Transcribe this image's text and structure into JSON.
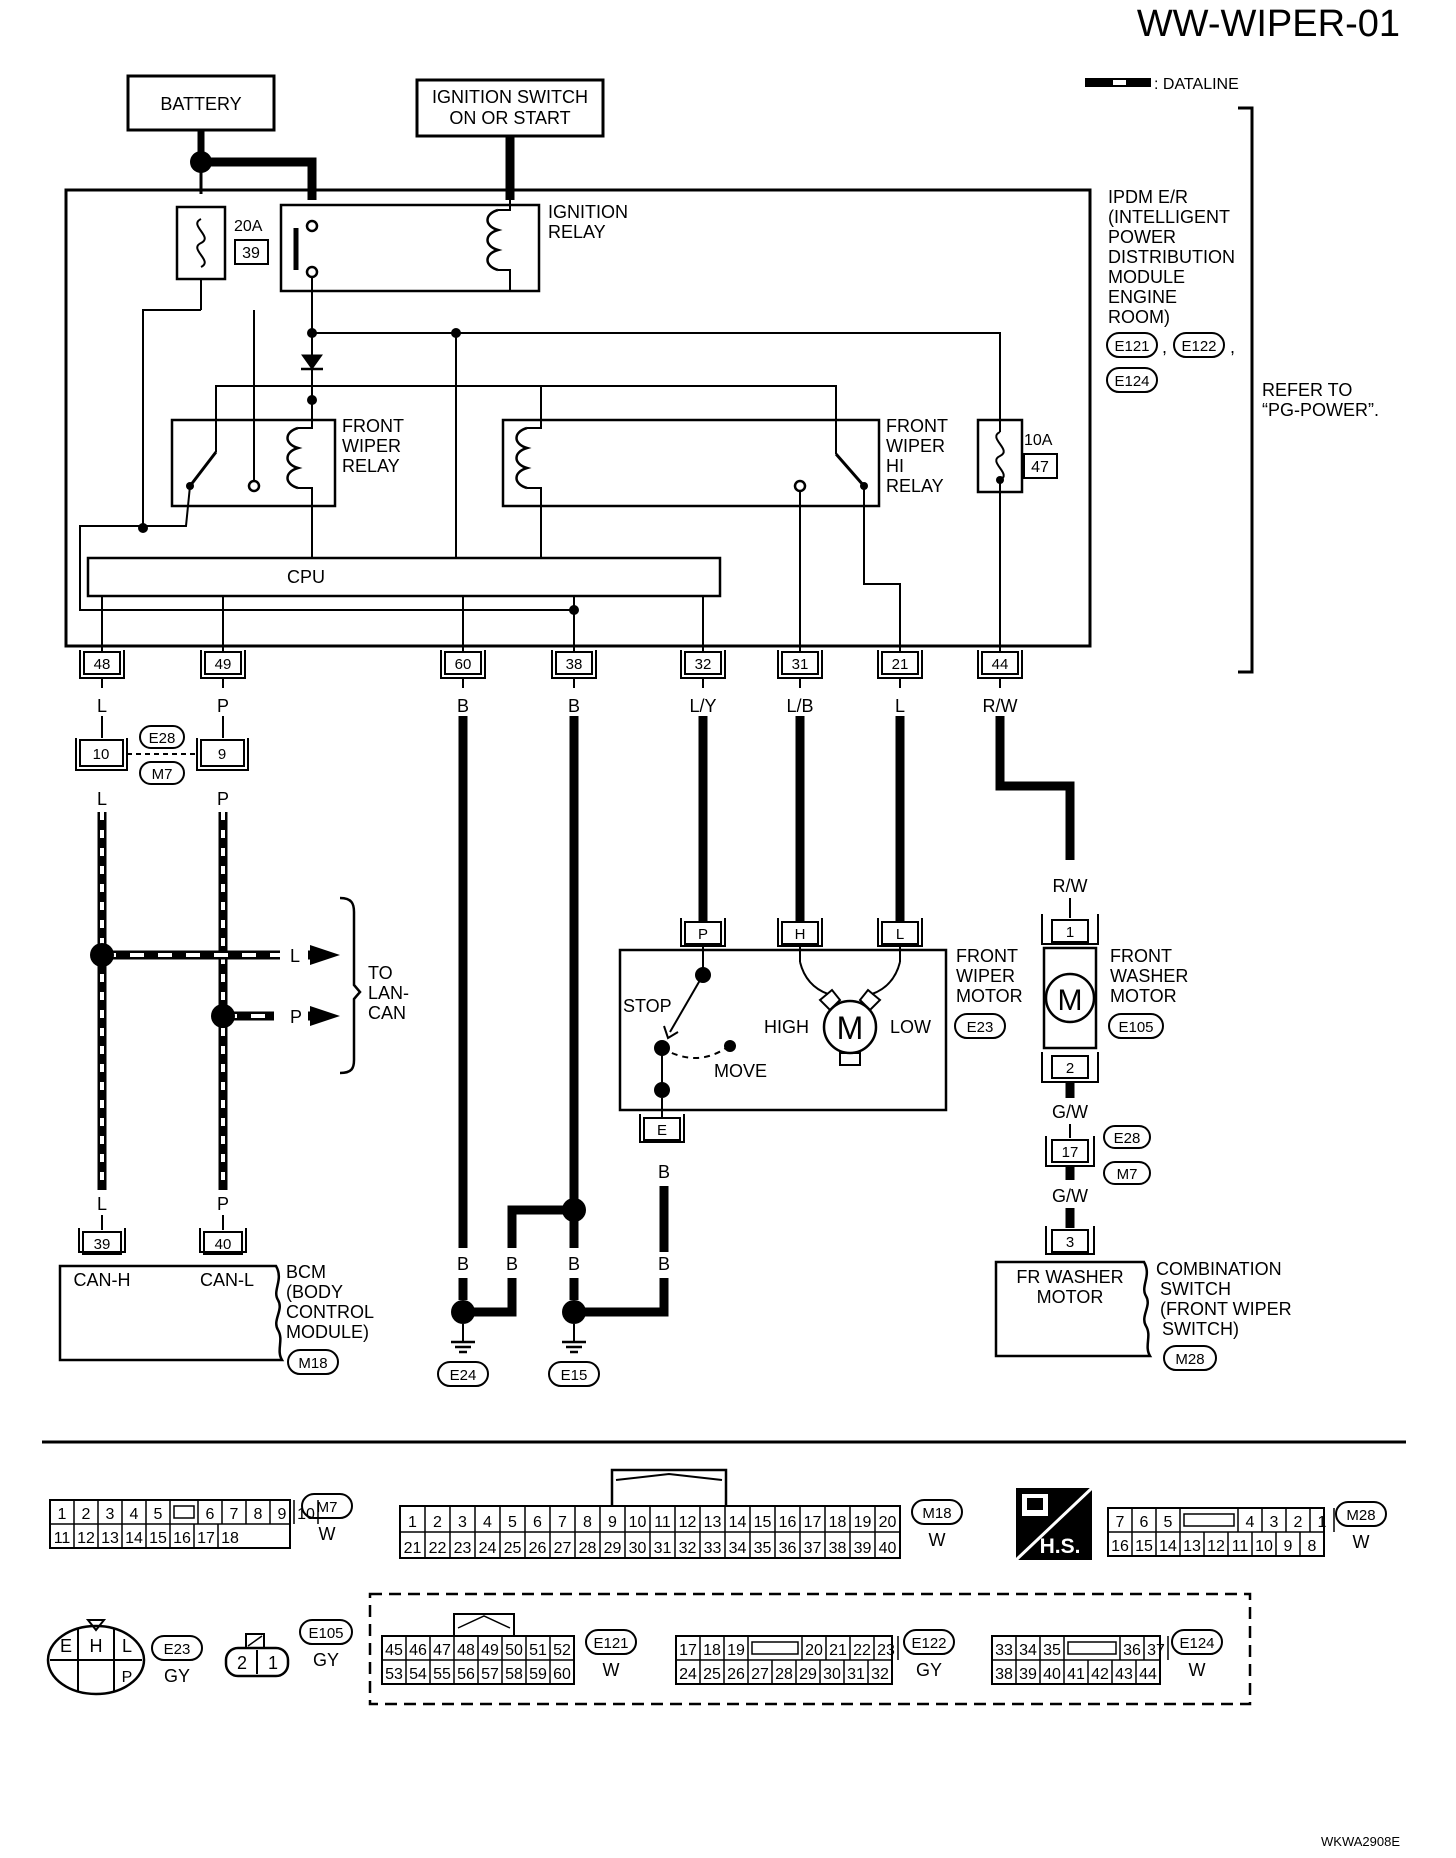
{
  "title": "WW-WIPER-01",
  "dataline_label": ": DATALINE",
  "battery_label": "BATTERY",
  "ignition_switch": [
    "IGNITION SWITCH",
    "ON OR START"
  ],
  "fuse_20a": {
    "amp": "20A",
    "num": "39"
  },
  "fuse_10a": {
    "amp": "10A",
    "num": "47"
  },
  "ignition_relay": [
    "IGNITION",
    "RELAY"
  ],
  "front_wiper_relay": [
    "FRONT",
    "WIPER",
    "RELAY"
  ],
  "front_wiper_hi_relay": [
    "FRONT",
    "WIPER",
    "HI",
    "RELAY"
  ],
  "cpu_label": "CPU",
  "ipdm": {
    "lines": [
      "IPDM E/R",
      "(INTELLIGENT",
      "POWER",
      "DISTRIBUTION",
      "MODULE",
      "ENGINE",
      "ROOM)"
    ],
    "connectors": [
      "E121",
      "E122",
      "E124"
    ]
  },
  "refer_to": [
    "REFER TO",
    "“PG-POWER”."
  ],
  "ipdm_pins": [
    {
      "pin": "48",
      "wire": "L"
    },
    {
      "pin": "49",
      "wire": "P"
    },
    {
      "pin": "60",
      "wire": "B"
    },
    {
      "pin": "38",
      "wire": "B"
    },
    {
      "pin": "32",
      "wire": "L/Y"
    },
    {
      "pin": "31",
      "wire": "L/B"
    },
    {
      "pin": "21",
      "wire": "L"
    },
    {
      "pin": "44",
      "wire": "R/W"
    }
  ],
  "joint": {
    "pins": [
      "10",
      "9"
    ],
    "connectors": [
      "E28",
      "M7"
    ],
    "wires": [
      "L",
      "P"
    ]
  },
  "lan_can": {
    "arrows": [
      "L",
      "P"
    ],
    "lines": [
      "TO",
      "LAN-",
      "CAN"
    ]
  },
  "bcm": {
    "pins": [
      "39",
      "40"
    ],
    "pin_names": [
      "CAN-H",
      "CAN-L"
    ],
    "wires": [
      "L",
      "P"
    ],
    "lines": [
      "BCM",
      "(BODY",
      "CONTROL",
      "MODULE)"
    ],
    "connector": "M18"
  },
  "grounds": {
    "wires": [
      "B",
      "B",
      "B",
      "B",
      "B"
    ],
    "labels": [
      "E24",
      "E15"
    ]
  },
  "wiper_motor": {
    "pins": [
      "P",
      "H",
      "L",
      "E"
    ],
    "labels": [
      "STOP",
      "MOVE",
      "HIGH",
      "LOW",
      "M"
    ],
    "lines": [
      "FRONT",
      "WIPER",
      "MOTOR"
    ],
    "connector": "E23"
  },
  "washer_motor": {
    "pins": [
      "1",
      "2"
    ],
    "symbol": "M",
    "wire_in": "R/W",
    "wires": [
      "G/W",
      "G/W"
    ],
    "lines": [
      "FRONT",
      "WASHER",
      "MOTOR"
    ],
    "connector": "E105",
    "joint_pin": "17",
    "joint_connectors": [
      "E28",
      "M7"
    ]
  },
  "combo_switch": {
    "pin": "3",
    "inner": [
      "FR WASHER",
      "MOTOR"
    ],
    "lines": [
      "COMBINATION",
      "SWITCH",
      "(FRONT WIPER",
      "SWITCH)"
    ],
    "connector": "M28"
  },
  "connector_views": {
    "m7": {
      "row1": [
        "1",
        "2",
        "3",
        "4",
        "5",
        "6",
        "7",
        "8",
        "9",
        "10"
      ],
      "row2": [
        "11",
        "12",
        "13",
        "14",
        "15",
        "16",
        "17",
        "18"
      ],
      "id": "M7",
      "color": "W"
    },
    "m18": {
      "row1": [
        "1",
        "2",
        "3",
        "4",
        "5",
        "6",
        "7",
        "8",
        "9",
        "10",
        "11",
        "12",
        "13",
        "14",
        "15",
        "16",
        "17",
        "18",
        "19",
        "20"
      ],
      "row2": [
        "21",
        "22",
        "23",
        "24",
        "25",
        "26",
        "27",
        "28",
        "29",
        "30",
        "31",
        "32",
        "33",
        "34",
        "35",
        "36",
        "37",
        "38",
        "39",
        "40"
      ],
      "id": "M18",
      "color": "W"
    },
    "hs": "H.S.",
    "m28": {
      "row1": [
        "7",
        "6",
        "5",
        "4",
        "3",
        "2",
        "1"
      ],
      "row2": [
        "16",
        "15",
        "14",
        "13",
        "12",
        "11",
        "10",
        "9",
        "8"
      ],
      "id": "M28",
      "color": "W"
    },
    "e23": {
      "cells": [
        "E",
        "H",
        "L",
        "P"
      ],
      "id": "E23",
      "color": "GY"
    },
    "e105": {
      "cells": [
        "2",
        "1"
      ],
      "id": "E105",
      "color": "GY"
    },
    "e121": {
      "row1": [
        "45",
        "46",
        "47",
        "48",
        "49",
        "50",
        "51",
        "52"
      ],
      "row2": [
        "53",
        "54",
        "55",
        "56",
        "57",
        "58",
        "59",
        "60"
      ],
      "id": "E121",
      "color": "W"
    },
    "e122": {
      "row1": [
        "17",
        "18",
        "19",
        "20",
        "21",
        "22",
        "23"
      ],
      "row2": [
        "24",
        "25",
        "26",
        "27",
        "28",
        "29",
        "30",
        "31",
        "32"
      ],
      "id": "E122",
      "color": "GY"
    },
    "e124": {
      "row1": [
        "33",
        "34",
        "35",
        "36",
        "37"
      ],
      "row2": [
        "38",
        "39",
        "40",
        "41",
        "42",
        "43",
        "44"
      ],
      "id": "E124",
      "color": "W"
    }
  },
  "footer_code": "WKWA2908E"
}
